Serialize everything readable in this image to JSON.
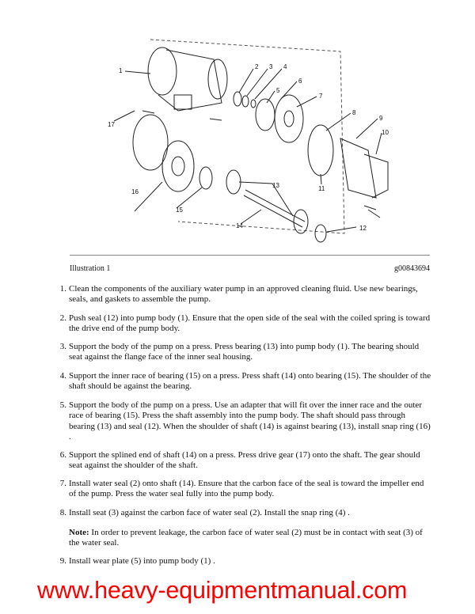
{
  "illustration": {
    "caption": "Illustration 1",
    "id": "g00843694",
    "callouts": [
      "1",
      "2",
      "3",
      "4",
      "5",
      "6",
      "7",
      "8",
      "9",
      "10",
      "11",
      "12",
      "13",
      "14",
      "15",
      "16",
      "17"
    ]
  },
  "watermark": "www.heavy-equipmentmanual.com",
  "steps": [
    {
      "num": "1.",
      "text": "Clean the components of the auxiliary water pump in an approved cleaning fluid. Use new bearings, seals, and gaskets to assemble the pump."
    },
    {
      "num": "2.",
      "text": "Push seal (12) into pump body (1). Ensure that the open side of the seal with the coiled spring is toward the drive end of the pump body."
    },
    {
      "num": "3.",
      "text": "Support the body of the pump on a press. Press bearing (13) into pump body (1). The bearing should seat against the flange face of the inner seal housing."
    },
    {
      "num": "4.",
      "text": "Support the inner race of bearing (15) on a press. Press shaft (14) onto bearing (15). The shoulder of the shaft should be against the bearing."
    },
    {
      "num": "5.",
      "text": "Support the body of the pump on a press. Use an adapter that will fit over the inner race and the outer race of bearing (15). Press the shaft assembly into the pump body. The shaft should pass through bearing (13) and seal (12). When the shoulder of shaft (14) is against bearing (13), install snap ring (16) ."
    },
    {
      "num": "6.",
      "text": "Support the splined end of shaft (14) on a press. Press drive gear (17) onto the shaft. The gear should seat against the shoulder of the shaft."
    },
    {
      "num": "7.",
      "text": "Install water seal (2) onto shaft (14). Ensure that the carbon face of the seal is toward the impeller end of the pump. Press the water seal fully into the pump body."
    },
    {
      "num": "8.",
      "text": "Install seat (3) against the carbon face of water seal (2). Install the snap ring (4) ."
    },
    {
      "num": "9.",
      "text": "Install wear plate (5) into pump body (1) ."
    }
  ],
  "note": {
    "label": "Note:",
    "text": " In order to prevent leakage, the carbon face of water seal (2) must be in contact with seat (3) of the water seal."
  }
}
